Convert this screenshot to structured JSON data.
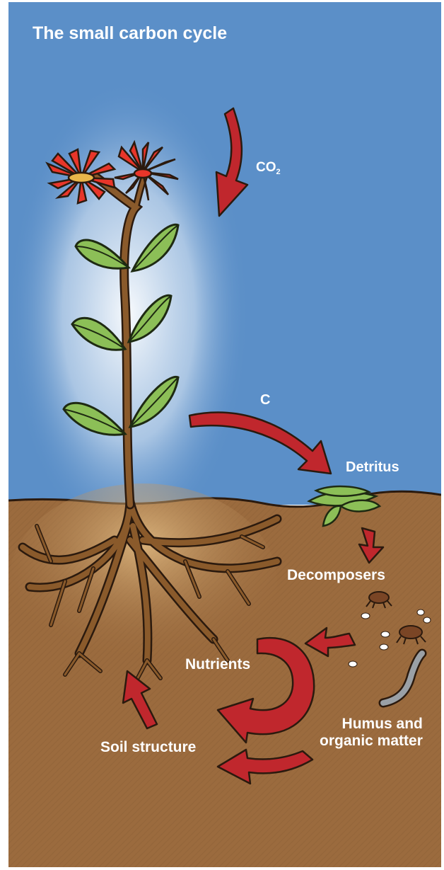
{
  "title": "The small carbon cycle",
  "labels": {
    "co2_main": "CO",
    "co2_sub": "2",
    "carbon": "C",
    "detritus": "Detritus",
    "decomposers": "Decomposers",
    "nutrients": "Nutrients",
    "humus_line1": "Humus and",
    "humus_line2": "organic matter",
    "soil_structure": "Soil structure"
  },
  "colors": {
    "sky": "#5b8fc8",
    "soil": "#9b6b3e",
    "arrow": "#c0272d",
    "stem": "#8a5a2b",
    "leaf": "#8cbf57",
    "petal": "#e8362a"
  }
}
